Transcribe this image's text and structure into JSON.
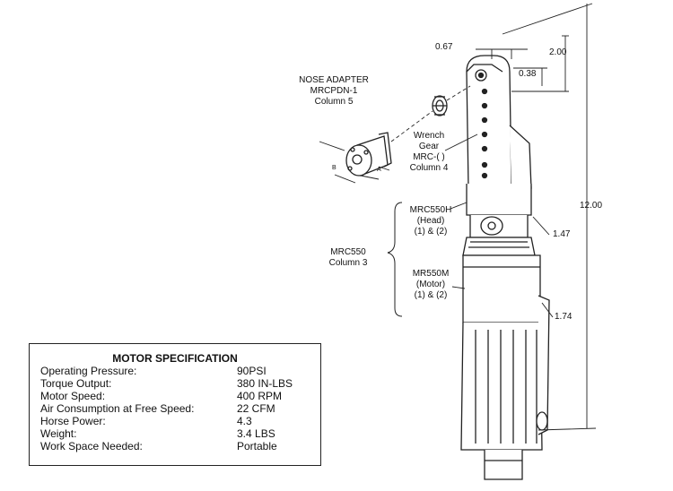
{
  "callouts": {
    "nose_adapter": [
      "NOSE ADAPTER",
      "MRCPDN-1",
      "Column 5"
    ],
    "wrench_gear": [
      "Wrench",
      "Gear",
      "MRC-( )",
      "Column 4"
    ],
    "head": [
      "MRC550H",
      "(Head)",
      "(1) & (2)"
    ],
    "motor": [
      "MR550M",
      "(Motor)",
      "(1) & (2)"
    ],
    "assembly": [
      "MRC550",
      "Column 3"
    ],
    "adapter_dim_b": "B",
    "adapter_dim_a": "A"
  },
  "dimensions": {
    "d067": "0.67",
    "d200": "2.00",
    "d038": "0.38",
    "d1200": "12.00",
    "d147": "1.47",
    "d174": "1.74"
  },
  "spec": {
    "title": "MOTOR SPECIFICATION",
    "rows": [
      {
        "label": "Operating Pressure:",
        "value": "90PSI"
      },
      {
        "label": "Torque Output:",
        "value": "380 IN-LBS"
      },
      {
        "label": "Motor Speed:",
        "value": "400 RPM"
      },
      {
        "label": "Air Consumption at Free Speed:",
        "value": "22 CFM"
      },
      {
        "label": "Horse Power:",
        "value": "4.3"
      },
      {
        "label": "Weight:",
        "value": "3.4 LBS"
      },
      {
        "label": "Work Space Needed:",
        "value": "Portable"
      }
    ]
  }
}
